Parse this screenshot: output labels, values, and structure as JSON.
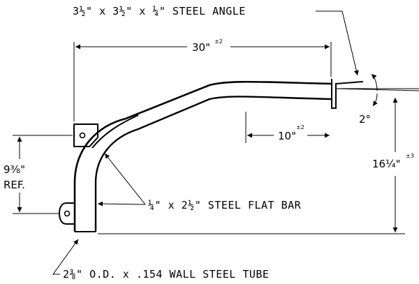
{
  "drawing": {
    "labels": {
      "steel_angle": "3½\" x 3½\" x ¼\" STEEL ANGLE",
      "flat_bar": "¼\" x 2½\" STEEL FLAT BAR",
      "steel_tube": "2⅜\" O.D. x .154 WALL STEEL TUBE"
    },
    "dimensions": {
      "overall_length": "30\"",
      "overall_length_tol": "±2",
      "offset_length": "10\"",
      "offset_length_tol": "±2",
      "height": "16¼\"",
      "height_tol": "±3",
      "ref_height_value": "9⅜\"",
      "ref_height_note": "REF.",
      "angle": "2°"
    }
  }
}
